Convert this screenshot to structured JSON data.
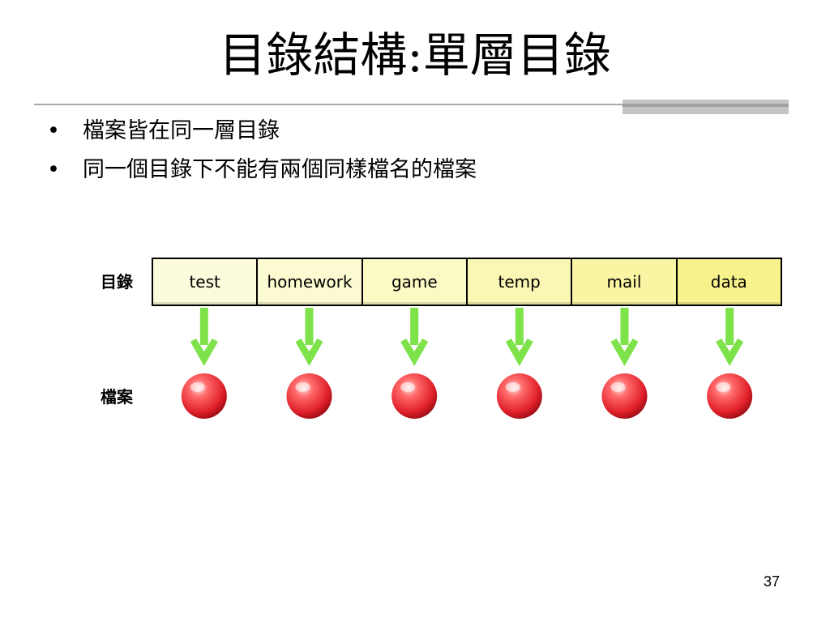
{
  "slide": {
    "title": "目錄結構:單層目錄",
    "bullets": [
      "檔案皆在同一層目錄",
      "同一個目錄下不能有兩個同樣檔名的檔案"
    ],
    "bullet_glyph": "•",
    "page_number": "37"
  },
  "diagram": {
    "directory_label": "目錄",
    "file_label": "檔案",
    "directories": [
      {
        "name": "test",
        "color": "#fcfbdc"
      },
      {
        "name": "homework",
        "color": "#fbfad0"
      },
      {
        "name": "game",
        "color": "#fbf9c4"
      },
      {
        "name": "temp",
        "color": "#faf7b4"
      },
      {
        "name": "mail",
        "color": "#f9f5a2"
      },
      {
        "name": "data",
        "color": "#f8f28c"
      }
    ],
    "arrow_color": "#7ee24a",
    "file_ball_color": "#e0202a"
  }
}
